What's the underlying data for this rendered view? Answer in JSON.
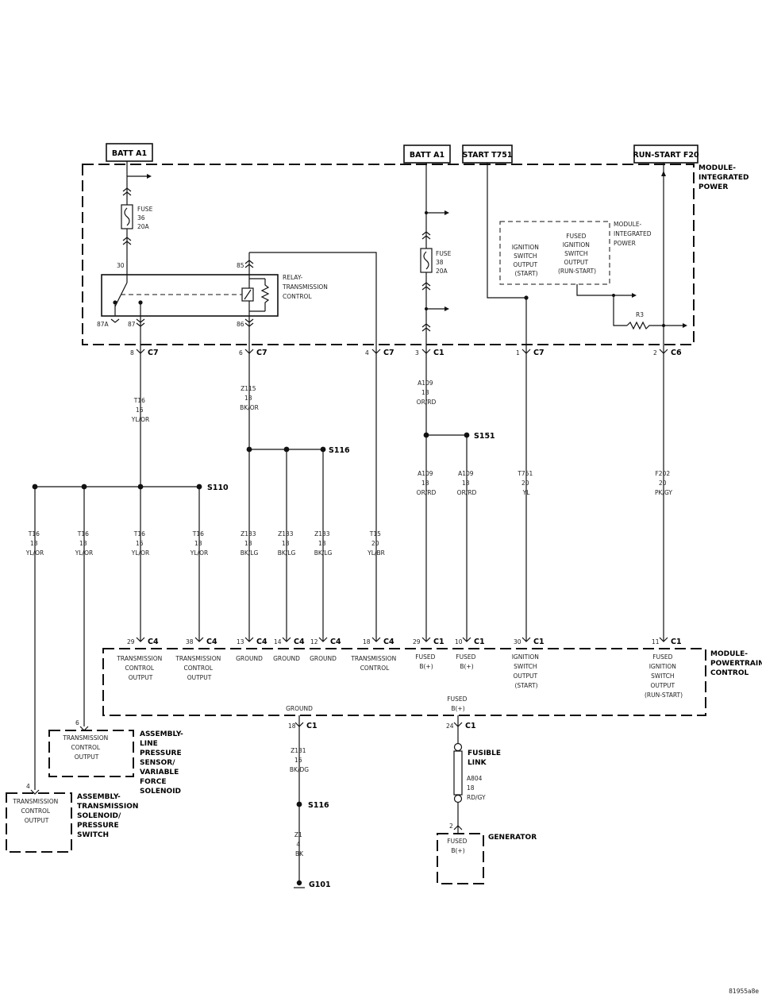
{
  "sources": {
    "batt_a1_left": "BATT A1",
    "batt_a1_right": "BATT A1",
    "start_t751": "START T751",
    "run_start_f20": "RUN-START F20"
  },
  "module_ip": {
    "lines": [
      "MODULE-",
      "INTEGRATED",
      "POWER"
    ]
  },
  "module_ip_inner": {
    "lines": [
      "MODULE-",
      "INTEGRATED",
      "POWER"
    ]
  },
  "fuse36": {
    "lines": [
      "FUSE",
      "36",
      "20A"
    ]
  },
  "fuse38": {
    "lines": [
      "FUSE",
      "38",
      "20A"
    ]
  },
  "relay": {
    "lines": [
      "RELAY-",
      "TRANSMISSION",
      "CONTROL"
    ],
    "pin30": "30",
    "pin85": "85",
    "pin87a": "87A",
    "pin87": "87",
    "pin86": "86"
  },
  "ign_start": {
    "lines": [
      "IGNITION",
      "SWITCH",
      "OUTPUT",
      "(START)"
    ]
  },
  "fused_ign": {
    "lines": [
      "FUSED",
      "IGNITION",
      "SWITCH",
      "OUTPUT",
      "(RUN-START)"
    ]
  },
  "r3": "R3",
  "top_connectors": [
    {
      "pin": "8",
      "conn": "C7"
    },
    {
      "pin": "6",
      "conn": "C7"
    },
    {
      "pin": "4",
      "conn": "C7"
    },
    {
      "pin": "3",
      "conn": "C1"
    },
    {
      "pin": "1",
      "conn": "C7"
    },
    {
      "pin": "2",
      "conn": "C6"
    }
  ],
  "wires_upper": {
    "t16": [
      "T16",
      "16",
      "YL/OR"
    ],
    "z115": [
      "Z115",
      "18",
      "BK/OR"
    ],
    "a109_top": [
      "A109",
      "18",
      "OR/RD"
    ]
  },
  "splices": {
    "s151": "S151",
    "s116_upper": "S116",
    "s110": "S110",
    "s116_lower": "S116"
  },
  "wires_mid": {
    "a109_left": [
      "A109",
      "18",
      "OR/RD"
    ],
    "a109_right": [
      "A109",
      "18",
      "OR/RD"
    ],
    "t751": [
      "T751",
      "20",
      "YL"
    ],
    "f202": [
      "F202",
      "20",
      "PK/GY"
    ]
  },
  "wires_lower": [
    [
      "T16",
      "18",
      "YL/OR"
    ],
    [
      "T16",
      "18",
      "YL/OR"
    ],
    [
      "T16",
      "16",
      "YL/OR"
    ],
    [
      "T16",
      "18",
      "YL/OR"
    ],
    [
      "Z133",
      "18",
      "BK/LG"
    ],
    [
      "Z133",
      "18",
      "BK/LG"
    ],
    [
      "Z133",
      "18",
      "BK/LG"
    ],
    [
      "T15",
      "20",
      "YL/BR"
    ]
  ],
  "pcm_connectors": [
    {
      "pin": "29",
      "conn": "C4"
    },
    {
      "pin": "38",
      "conn": "C4"
    },
    {
      "pin": "13",
      "conn": "C4"
    },
    {
      "pin": "14",
      "conn": "C4"
    },
    {
      "pin": "12",
      "conn": "C4"
    },
    {
      "pin": "18",
      "conn": "C4"
    },
    {
      "pin": "29",
      "conn": "C1"
    },
    {
      "pin": "10",
      "conn": "C1"
    },
    {
      "pin": "30",
      "conn": "C1"
    },
    {
      "pin": "11",
      "conn": "C1"
    }
  ],
  "pcm_labels": [
    [
      "TRANSMISSION",
      "CONTROL",
      "OUTPUT"
    ],
    [
      "TRANSMISSION",
      "CONTROL",
      "OUTPUT"
    ],
    [
      "GROUND"
    ],
    [
      "GROUND"
    ],
    [
      "GROUND"
    ],
    [
      "TRANSMISSION",
      "CONTROL"
    ],
    [
      "FUSED",
      "B(+)"
    ],
    [
      "FUSED",
      "B(+)"
    ],
    [
      "IGNITION",
      "SWITCH",
      "OUTPUT",
      "(START)"
    ],
    [
      "FUSED",
      "IGNITION",
      "SWITCH",
      "OUTPUT",
      "(RUN-START)"
    ]
  ],
  "pcm_module": {
    "lines": [
      "MODULE-",
      "POWERTRAIN",
      "CONTROL"
    ]
  },
  "pcm_bottom": {
    "ground": "GROUND",
    "fused_b": [
      "FUSED",
      "B(+)"
    ],
    "gnd_pin": "18",
    "gnd_conn": "C1",
    "fb_pin": "24",
    "fb_conn": "C1"
  },
  "wires_bottom": {
    "z131": [
      "Z131",
      "16",
      "BK/DG"
    ],
    "z1": [
      "Z1",
      "4",
      "BK"
    ],
    "a804": [
      "A804",
      "18",
      "RD/GY"
    ]
  },
  "ground_g101": "G101",
  "fusible_link": [
    "FUSIBLE",
    "LINK"
  ],
  "asm_lps": {
    "pin": "6",
    "inner": [
      "TRANSMISSION",
      "CONTROL",
      "OUTPUT"
    ],
    "title": [
      "ASSEMBLY-",
      "LINE",
      "PRESSURE",
      "SENSOR/",
      "VARIABLE",
      "FORCE",
      "SOLENOID"
    ]
  },
  "asm_ts": {
    "pin": "4",
    "inner": [
      "TRANSMISSION",
      "CONTROL",
      "OUTPUT"
    ],
    "title": [
      "ASSEMBLY-",
      "TRANSMISSION",
      "SOLENOID/",
      "PRESSURE",
      "SWITCH"
    ]
  },
  "generator": {
    "pin": "2",
    "inner": [
      "FUSED",
      "B(+)"
    ],
    "title": "GENERATOR"
  },
  "code": "81955a8e"
}
